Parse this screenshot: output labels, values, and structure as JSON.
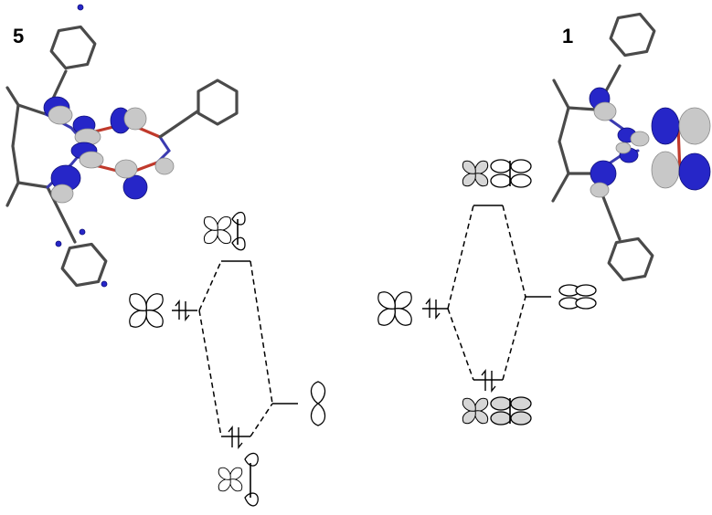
{
  "labels": {
    "left_compound": "5",
    "right_compound": "1"
  },
  "colors": {
    "orbital_positive": "#2626c8",
    "orbital_negative": "#c8c8c8",
    "bond": "#4a4a4a",
    "nitrogen_bond": "#3a3ab0",
    "metal_bond": "#c0392b"
  },
  "left_mo_diagram": {
    "fragment_left_electrons": "up-down",
    "fragment_right_electrons": "none",
    "bonding_electrons": "up-down",
    "antibonding_electrons": "none"
  },
  "right_mo_diagram": {
    "fragment_left_electrons": "up-down",
    "fragment_right_electrons": "none",
    "bonding_electrons": "up-down",
    "antibonding_electrons": "none"
  }
}
